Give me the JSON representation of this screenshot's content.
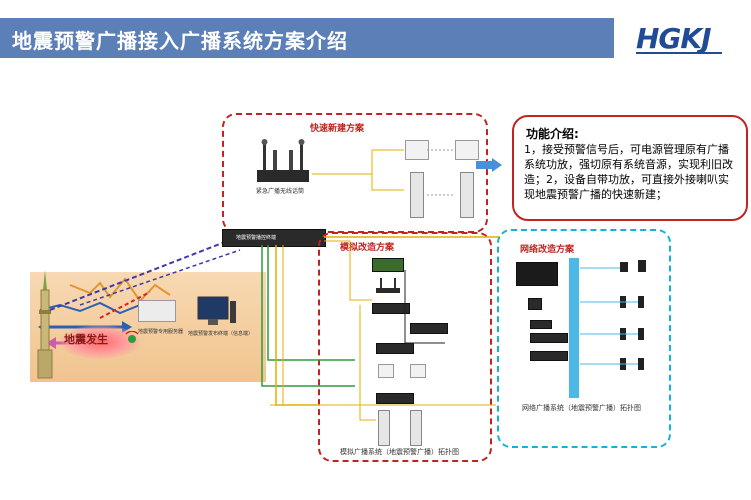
{
  "header": {
    "title": "地震预警广播接入广播系统方案介绍",
    "logo": "HGKJ"
  },
  "colors": {
    "title_bar": "#5b7fb7",
    "accent_red": "#c0241f",
    "accent_cyan": "#12b3d4",
    "wire_green": "#2e9c3a",
    "wire_yellow": "#e2b100"
  },
  "sections": {
    "fast_build": "快速新建方案",
    "analog": "模拟改造方案",
    "network": "网络改造方案",
    "analog_caption": "模拟广播系统（地震预警广播）拓扑图",
    "network_caption": "网络广播系统（地震预警广播）拓扑图"
  },
  "function": {
    "title": "功能介绍:",
    "body": "1，接受预警信号后，可电源管理原有广播系统功放，强切原有系统音源，实现利旧改造；2，设备自带功放，可直接外接喇叭实现地震预警广播的快速新建；"
  },
  "devices": {
    "wireless_mic": "紧急广播无线话筒",
    "terminal": "地震预警播控终端",
    "server": "地震预警专用服务器",
    "pc": "地震预警发布终端（信息端）"
  },
  "scene": {
    "quake": "地震发生"
  },
  "icons": [
    "wireless-mic-icon",
    "speaker-icon",
    "column-speaker-icon",
    "rack-device-icon",
    "monitor-icon",
    "tower-icon",
    "antenna-icon"
  ]
}
